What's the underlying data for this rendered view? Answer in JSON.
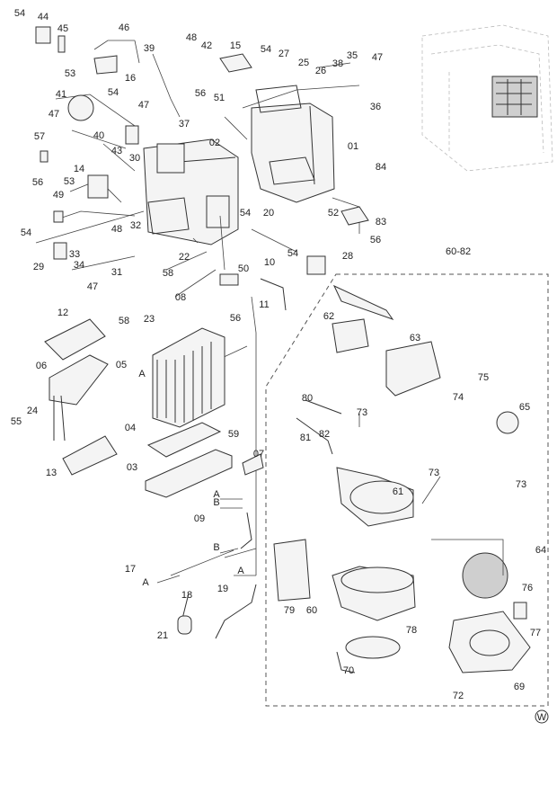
{
  "diagram": {
    "type": "exploded parts diagram",
    "group_label": "60-82",
    "corner_mark": "W",
    "labels": [
      "54",
      "44",
      "45",
      "46",
      "53",
      "16",
      "39",
      "48",
      "42",
      "15",
      "54",
      "27",
      "25",
      "26",
      "38",
      "35",
      "47",
      "41",
      "54",
      "47",
      "37",
      "56",
      "51",
      "36",
      "47",
      "40",
      "57",
      "30",
      "02",
      "01",
      "43",
      "14",
      "53",
      "56",
      "49",
      "54",
      "20",
      "52",
      "84",
      "83",
      "56",
      "54",
      "48",
      "32",
      "33",
      "34",
      "29",
      "31",
      "47",
      "22",
      "58",
      "50",
      "10",
      "54",
      "28",
      "08",
      "56",
      "11",
      "58",
      "23",
      "12",
      "05",
      "A",
      "06",
      "24",
      "55",
      "04",
      "59",
      "07",
      "03",
      "13",
      "A",
      "B",
      "09",
      "B",
      "17",
      "A",
      "18",
      "19",
      "A",
      "21",
      "62",
      "63",
      "75",
      "74",
      "65",
      "80",
      "73",
      "82",
      "81",
      "73",
      "73",
      "61",
      "64",
      "79",
      "60",
      "78",
      "76",
      "77",
      "70",
      "72",
      "69"
    ]
  }
}
